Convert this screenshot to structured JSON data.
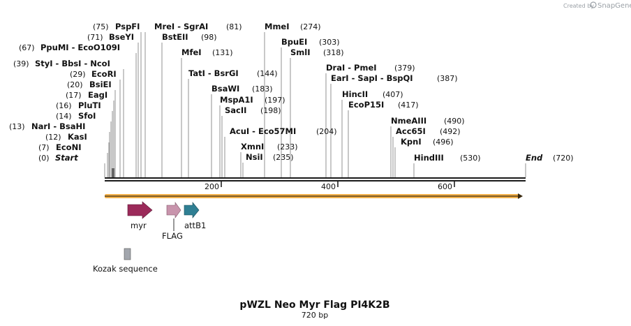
{
  "header": {
    "credit_text": "Created by",
    "brand": "SnapGene"
  },
  "map": {
    "title": "pWZL Neo Myr Flag PI4K2B",
    "subtitle": "720 bp",
    "ticks": [
      "200",
      "400",
      "600"
    ],
    "feature_colors": {
      "myr": "#9b2a5a",
      "flag": "#c894ac",
      "attb1": "#2f7f93",
      "kozak": "#a2a6ad",
      "primer": "#f2b14c"
    },
    "sites": [
      {
        "name": "PspFI",
        "pos": "(75)"
      },
      {
        "name": "MreI  -  SgrAI",
        "pos": "(81)"
      },
      {
        "name": "MmeI",
        "pos": "(274)"
      },
      {
        "name": "BseYI",
        "pos": "(71)"
      },
      {
        "name": "BstEII",
        "pos": "(98)"
      },
      {
        "name": "PpuMI  -  EcoO109I",
        "pos": "(67)"
      },
      {
        "name": "MfeI",
        "pos": "(131)"
      },
      {
        "name": "BpuEI",
        "pos": "(303)"
      },
      {
        "name": "SmlI",
        "pos": "(318)"
      },
      {
        "name": "StyI  -  BbsI  -  NcoI",
        "pos": "(39)"
      },
      {
        "name": "DraI  -  PmeI",
        "pos": "(379)"
      },
      {
        "name": "EcoRI",
        "pos": "(29)"
      },
      {
        "name": "TatI  -  BsrGI",
        "pos": "(144)"
      },
      {
        "name": "EarI  -  SapI  -  BspQI",
        "pos": "(387)"
      },
      {
        "name": "BsiEI",
        "pos": "(20)"
      },
      {
        "name": "BsaWI",
        "pos": "(183)"
      },
      {
        "name": "EagI",
        "pos": "(17)"
      },
      {
        "name": "HincII",
        "pos": "(407)"
      },
      {
        "name": "MspA1I",
        "pos": "(197)"
      },
      {
        "name": "PluTI",
        "pos": "(16)"
      },
      {
        "name": "EcoP15I",
        "pos": "(417)"
      },
      {
        "name": "SacII",
        "pos": "(198)"
      },
      {
        "name": "SfoI",
        "pos": "(14)"
      },
      {
        "name": "NmeAIII",
        "pos": "(490)"
      },
      {
        "name": "NarI  -  BsaHI",
        "pos": "(13)"
      },
      {
        "name": "AcuI  -  Eco57MI",
        "pos": "(204)"
      },
      {
        "name": "Acc65I",
        "pos": "(492)"
      },
      {
        "name": "KasI",
        "pos": "(12)"
      },
      {
        "name": "KpnI",
        "pos": "(496)"
      },
      {
        "name": "XmnI",
        "pos": "(233)"
      },
      {
        "name": "EcoNI",
        "pos": "(7)"
      },
      {
        "name": "NsiI",
        "pos": "(235)"
      },
      {
        "name": "HindIII",
        "pos": "(530)"
      },
      {
        "name": "Start",
        "pos": "(0)",
        "italic": true
      },
      {
        "name": "End",
        "pos": "(720)",
        "italic": true
      }
    ],
    "features": [
      {
        "label": "myr"
      },
      {
        "label": "FLAG"
      },
      {
        "label": "attB1"
      },
      {
        "label": "Kozak sequence"
      }
    ]
  }
}
